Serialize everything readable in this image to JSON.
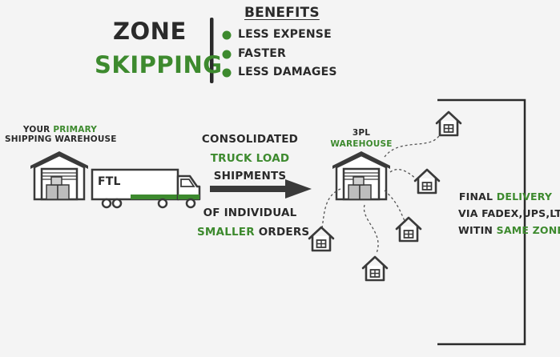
{
  "title": {
    "line1": "ZONE",
    "line2": "SKIPPING"
  },
  "benefits": {
    "heading": "BENEFITS",
    "items": [
      "LESS EXPENSE",
      "FASTER",
      "LESS DAMAGES"
    ]
  },
  "origin": {
    "prefix": "YOUR ",
    "highlight": "PRIMARY",
    "line2": "SHIPPING WAREHOUSE"
  },
  "truck": {
    "label": "FTL"
  },
  "shipment": {
    "line1": "CONSOLIDATED",
    "line2": "TRUCK LOAD",
    "line3": "SHIPMENTS",
    "line4": "OF INDIVIDUAL",
    "line5_highlight": "SMALLER",
    "line5_rest": " ORDERS"
  },
  "destination": {
    "line1": "3PL",
    "line2": "WAREHOUSE"
  },
  "final_delivery": {
    "line1_prefix": "FINAL ",
    "line1_highlight": "DELIVERY",
    "line2": "VIA FADEX,UPS,LTL",
    "line3_prefix": "WITIN ",
    "line3_highlight": "SAME ZONE"
  },
  "colors": {
    "accent_green": "#3d8a2e",
    "ink": "#2a2a2a",
    "background": "#f4f4f4"
  }
}
